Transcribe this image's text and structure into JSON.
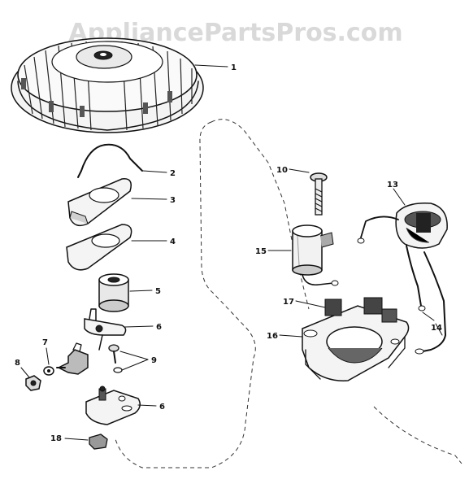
{
  "watermark": "AppliancePartsPros.com",
  "callouts": [
    {
      "id": "c1",
      "label": "1"
    },
    {
      "id": "c2",
      "label": "2"
    },
    {
      "id": "c3",
      "label": "3"
    },
    {
      "id": "c4",
      "label": "4"
    },
    {
      "id": "c5",
      "label": "5"
    },
    {
      "id": "c6a",
      "label": "6"
    },
    {
      "id": "c7",
      "label": "7"
    },
    {
      "id": "c8",
      "label": "8"
    },
    {
      "id": "c9",
      "label": "9"
    },
    {
      "id": "c6b",
      "label": "6"
    },
    {
      "id": "c18a",
      "label": "18"
    },
    {
      "id": "c10",
      "label": "10"
    },
    {
      "id": "c13",
      "label": "13"
    },
    {
      "id": "c15",
      "label": "15"
    },
    {
      "id": "c17",
      "label": "17"
    },
    {
      "id": "c16",
      "label": "16"
    },
    {
      "id": "c14",
      "label": "14"
    }
  ]
}
